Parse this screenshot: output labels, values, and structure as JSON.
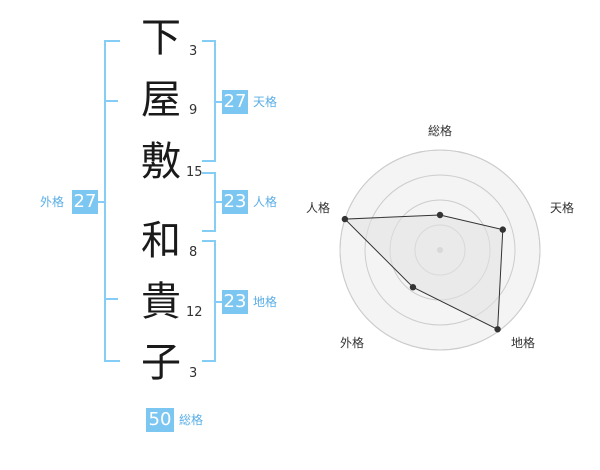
{
  "name": {
    "characters": [
      {
        "char": "下",
        "strokes": "3"
      },
      {
        "char": "屋",
        "strokes": "9"
      },
      {
        "char": "敷",
        "strokes": "15"
      },
      {
        "char": "和",
        "strokes": "8"
      },
      {
        "char": "貴",
        "strokes": "12"
      },
      {
        "char": "子",
        "strokes": "3"
      }
    ]
  },
  "kakusu": {
    "tenkaku": {
      "value": "27",
      "label": "天格"
    },
    "jinkaku": {
      "value": "23",
      "label": "人格"
    },
    "chikaku": {
      "value": "23",
      "label": "地格"
    },
    "gaikaku": {
      "value": "27",
      "label": "外格"
    },
    "soukaku": {
      "value": "50",
      "label": "総格"
    }
  },
  "colors": {
    "accent": "#7cc6f2",
    "bracket": "#86cdf6",
    "label": "#5aaee6",
    "radar_line": "#333333",
    "radar_fill": "#eeeeee",
    "radar_ring": "#cccccc"
  },
  "chart_data": {
    "type": "radar",
    "axes": [
      "総格",
      "天格",
      "地格",
      "外格",
      "人格"
    ],
    "values": [
      0.35,
      0.66,
      0.98,
      0.46,
      1.0
    ],
    "rings": 4,
    "max": 1.0
  }
}
